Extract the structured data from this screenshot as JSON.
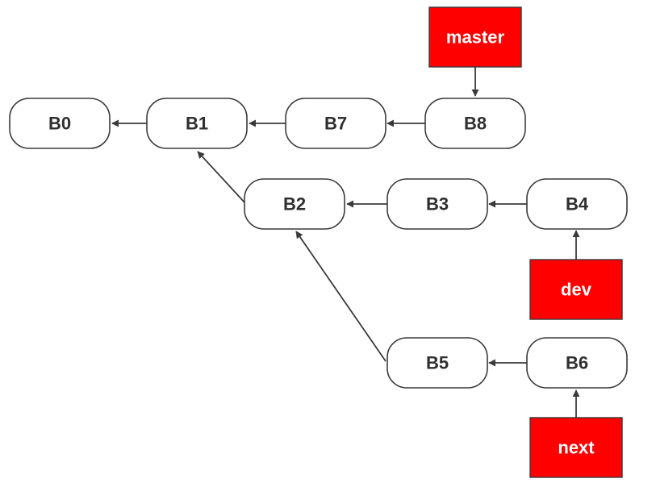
{
  "colors": {
    "label_fill": "#ff0000",
    "node_stroke": "#3a3a3a",
    "edge": "#3a3a3a"
  },
  "nodes": {
    "B0": "B0",
    "B1": "B1",
    "B2": "B2",
    "B3": "B3",
    "B4": "B4",
    "B5": "B5",
    "B6": "B6",
    "B7": "B7",
    "B8": "B8"
  },
  "labels": {
    "master": "master",
    "dev": "dev",
    "next": "next"
  },
  "edges": [
    {
      "from": "B1",
      "to": "B0"
    },
    {
      "from": "B7",
      "to": "B1"
    },
    {
      "from": "B8",
      "to": "B7"
    },
    {
      "from": "B2",
      "to": "B1"
    },
    {
      "from": "B3",
      "to": "B2"
    },
    {
      "from": "B4",
      "to": "B3"
    },
    {
      "from": "B5",
      "to": "B2"
    },
    {
      "from": "B6",
      "to": "B5"
    },
    {
      "from": "master",
      "to": "B8"
    },
    {
      "from": "dev",
      "to": "B4"
    },
    {
      "from": "next",
      "to": "B6"
    }
  ]
}
